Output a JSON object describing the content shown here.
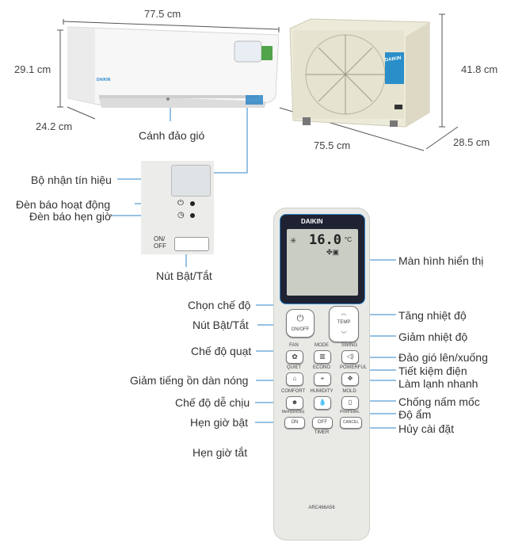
{
  "dimensions": {
    "indoor_width": "77.5 cm",
    "indoor_height": "29.1 cm",
    "indoor_depth": "24.2 cm",
    "outdoor_width": "75.5 cm",
    "outdoor_height": "41.8 cm",
    "outdoor_depth": "28.5 cm"
  },
  "indoor_unit": {
    "brand": "DAIKIN",
    "louver_label": "Cánh đảo gió"
  },
  "outdoor_unit": {
    "brand": "DAIKIN"
  },
  "panel": {
    "receiver_label": "Bộ nhận tín hiệu",
    "operation_led_label": "Đèn báo hoạt động",
    "timer_led_label": "Đèn báo hẹn giờ",
    "onoff_text_1": "ON/",
    "onoff_text_2": "OFF",
    "onoff_label": "Nút Bật/Tắt"
  },
  "remote": {
    "brand": "DAIKIN",
    "display_temp": "16.0",
    "display_unit": "°C",
    "model": "ARC466A56",
    "onoff_button": "ON/OFF",
    "temp_button": "TEMP",
    "btn_fan": "FAN",
    "btn_mode": "MODE",
    "btn_swing": "SWING",
    "btn_quiet": "QUIET",
    "btn_econo": "ECONO",
    "btn_powerful": "POWERFUL",
    "btn_comfort": "COMFORT",
    "btn_humidity": "HUMIDITY",
    "btn_mold": "MOLD",
    "btn_mold_sub": "Proof Exec.",
    "btn_comfort_sub": "Mem(on/Dis)",
    "btn_on": "ON",
    "btn_off": "OFF",
    "btn_cancel": "CANCEL",
    "timer_label": "TIMER"
  },
  "labels_left": {
    "mode_select": "Chọn chế độ",
    "onoff": "Nút Bật/Tắt",
    "fan_mode": "Chế độ quạt",
    "quiet": "Giảm tiếng ồn dàn nóng",
    "comfort": "Chế độ dễ chịu",
    "timer_on": "Hẹn giờ bật",
    "timer_off": "Hẹn giờ tắt"
  },
  "labels_right": {
    "display": "Màn hình hiển thị",
    "temp_up": "Tăng nhiệt độ",
    "temp_down": "Giảm nhiệt độ",
    "swing": "Đảo gió lên/xuống",
    "econo": "Tiết kiệm điện",
    "powerful": "Làm lạnh nhanh",
    "mold": "Chống nấm mốc",
    "humidity": "Độ ẩm",
    "cancel": "Hủy cài đặt"
  },
  "colors": {
    "leader_line": "#2f86c8",
    "dimension_line": "#555555",
    "remote_body": "#e9e9e6",
    "screen_frame": "#1f2233",
    "lcd": "#c9cdc4"
  }
}
